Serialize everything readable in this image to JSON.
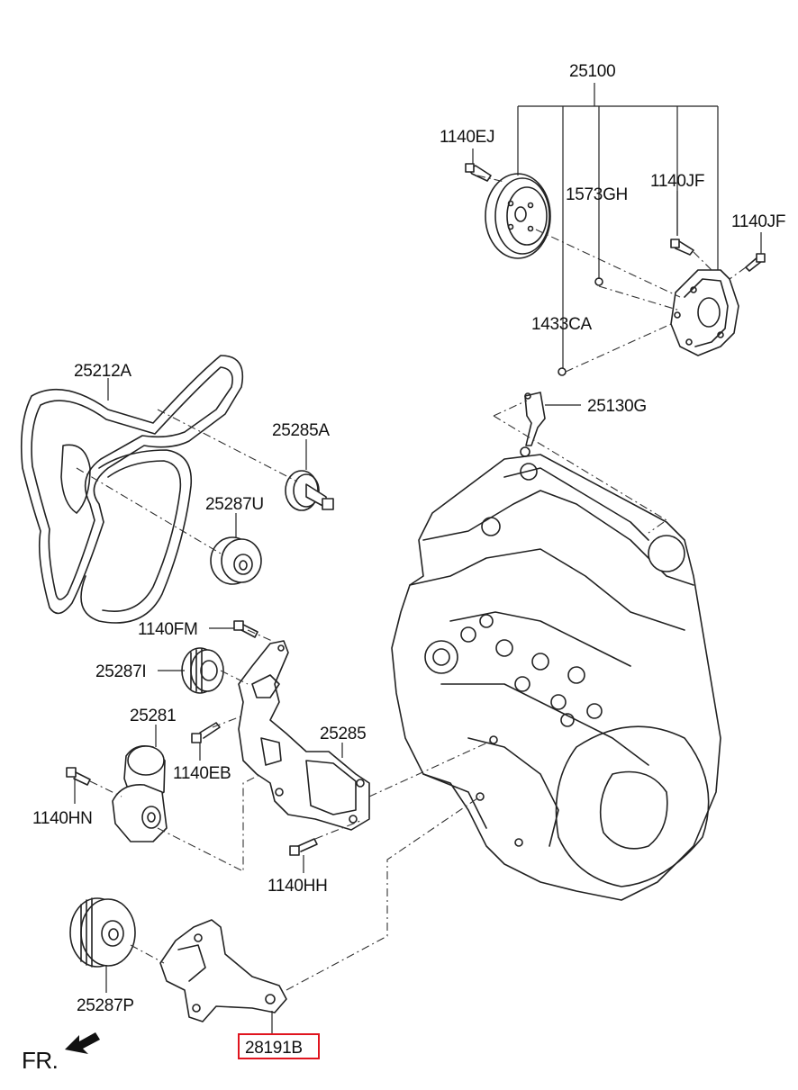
{
  "labels": {
    "p25100": "25100",
    "p1140EJ": "1140EJ",
    "p1573GH": "1573GH",
    "p1140JF_a": "1140JF",
    "p1140JF_b": "1140JF",
    "p1433CA": "1433CA",
    "p25130G": "25130G",
    "p25212A": "25212A",
    "p25285A": "25285A",
    "p25287U": "25287U",
    "p1140FM": "1140FM",
    "p25287I": "25287I",
    "p25281": "25281",
    "p25285": "25285",
    "p1140EB": "1140EB",
    "p1140HN": "1140HN",
    "p1140HH": "1140HH",
    "p25287P": "25287P",
    "p28191B": "28191B",
    "front": "FR."
  },
  "highlight": {
    "part": "28191B",
    "color": "#e0141e"
  }
}
